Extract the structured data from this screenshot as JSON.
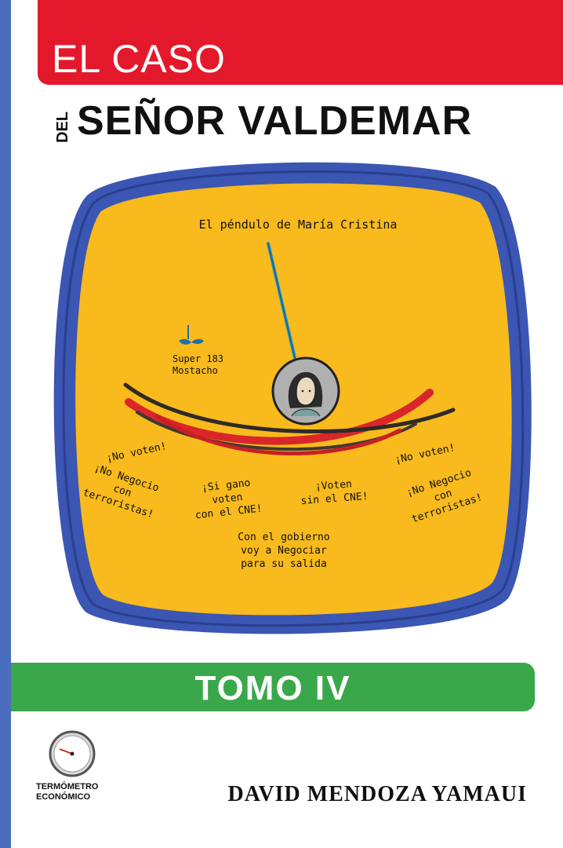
{
  "cover": {
    "title_line1": "EL CASO",
    "title_del": "DEL",
    "title_line2": "SEÑOR VALDEMAR",
    "volume": "TOMO IV",
    "author": "DAVID MENDOZA YAMAUI",
    "publisher_line1": "TERMÓMETRO",
    "publisher_line2": "ECONÓMICO"
  },
  "illustration": {
    "caption": "El péndulo de María Cristina",
    "label_mostacho": "Super 183\nMostacho",
    "quote_left_1": "¡No voten!",
    "quote_left_2": "¡No Negocio\ncon terroristas!",
    "quote_center_left": "¡Si gano\nvoten\ncon el CNE!",
    "quote_center_right": "¡Voten\nsin el CNE!",
    "quote_bottom": "Con el gobierno\nvoy a Negociar\npara su salida",
    "quote_right_1": "¡No voten!",
    "quote_right_2": "¡No Negocio\ncon terroristas!"
  },
  "colors": {
    "spine": "#4a6dbe",
    "red_band": "#e3192b",
    "green_band": "#3aa84a",
    "blob_yellow": "#f8ba1c",
    "blob_border": "#3b56b3"
  }
}
